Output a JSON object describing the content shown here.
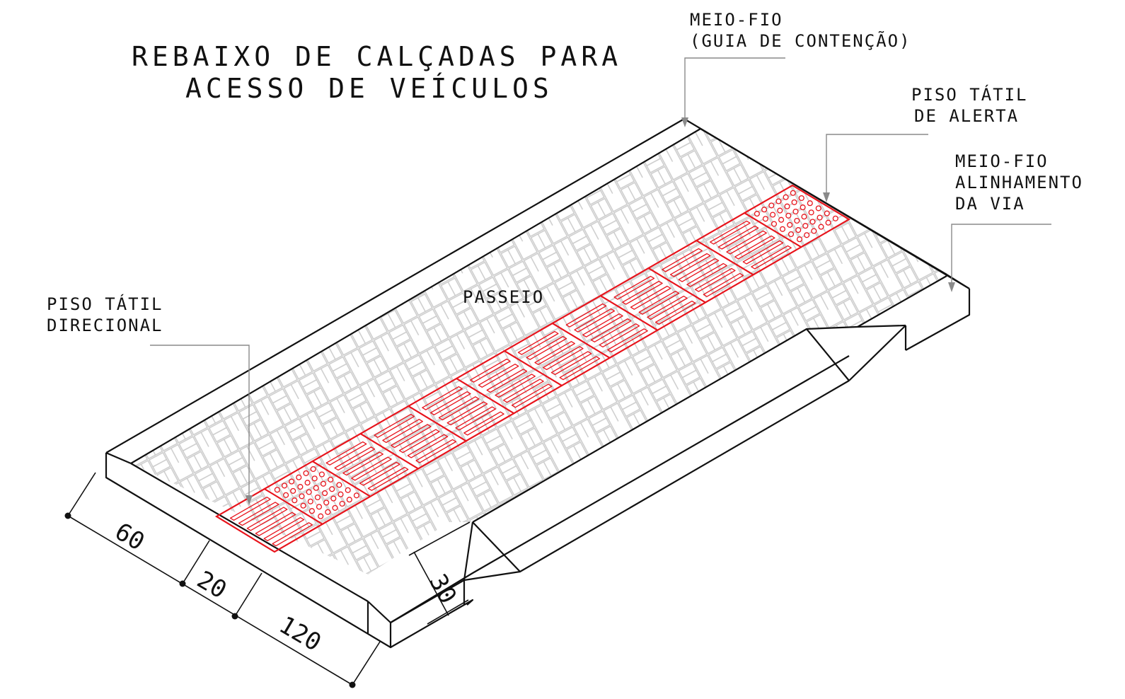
{
  "title": {
    "line1": "REBAIXO DE CALÇADAS PARA",
    "line2": "ACESSO DE VEÍCULOS"
  },
  "labels": {
    "meio_fio_contencao": {
      "line1": "MEIO-FIO",
      "line2": "(GUIA DE CONTENÇÃO)"
    },
    "piso_tatil_alerta": {
      "line1": "PISO TÁTIL",
      "line2": "DE ALERTA"
    },
    "meio_fio_alinhamento": {
      "line1": "MEIO-FIO",
      "line2": "ALINHAMENTO",
      "line3": "DA VIA"
    },
    "piso_tatil_direcional": {
      "line1": "PISO TÁTIL",
      "line2": "DIRECIONAL"
    },
    "passeio": "PASSEIO"
  },
  "dimensions": {
    "d60": "60",
    "d20": "20",
    "d120": "120",
    "d30": "30"
  },
  "colors": {
    "line": "#111111",
    "tactile": "#e8141c",
    "leader": "#8a8a8a",
    "paving": "#cfcfcf"
  },
  "tactile_strip": {
    "tile_types": [
      "directional",
      "alert",
      "directional",
      "directional",
      "directional",
      "directional",
      "directional",
      "directional",
      "directional",
      "directional",
      "directional",
      "alert"
    ]
  }
}
